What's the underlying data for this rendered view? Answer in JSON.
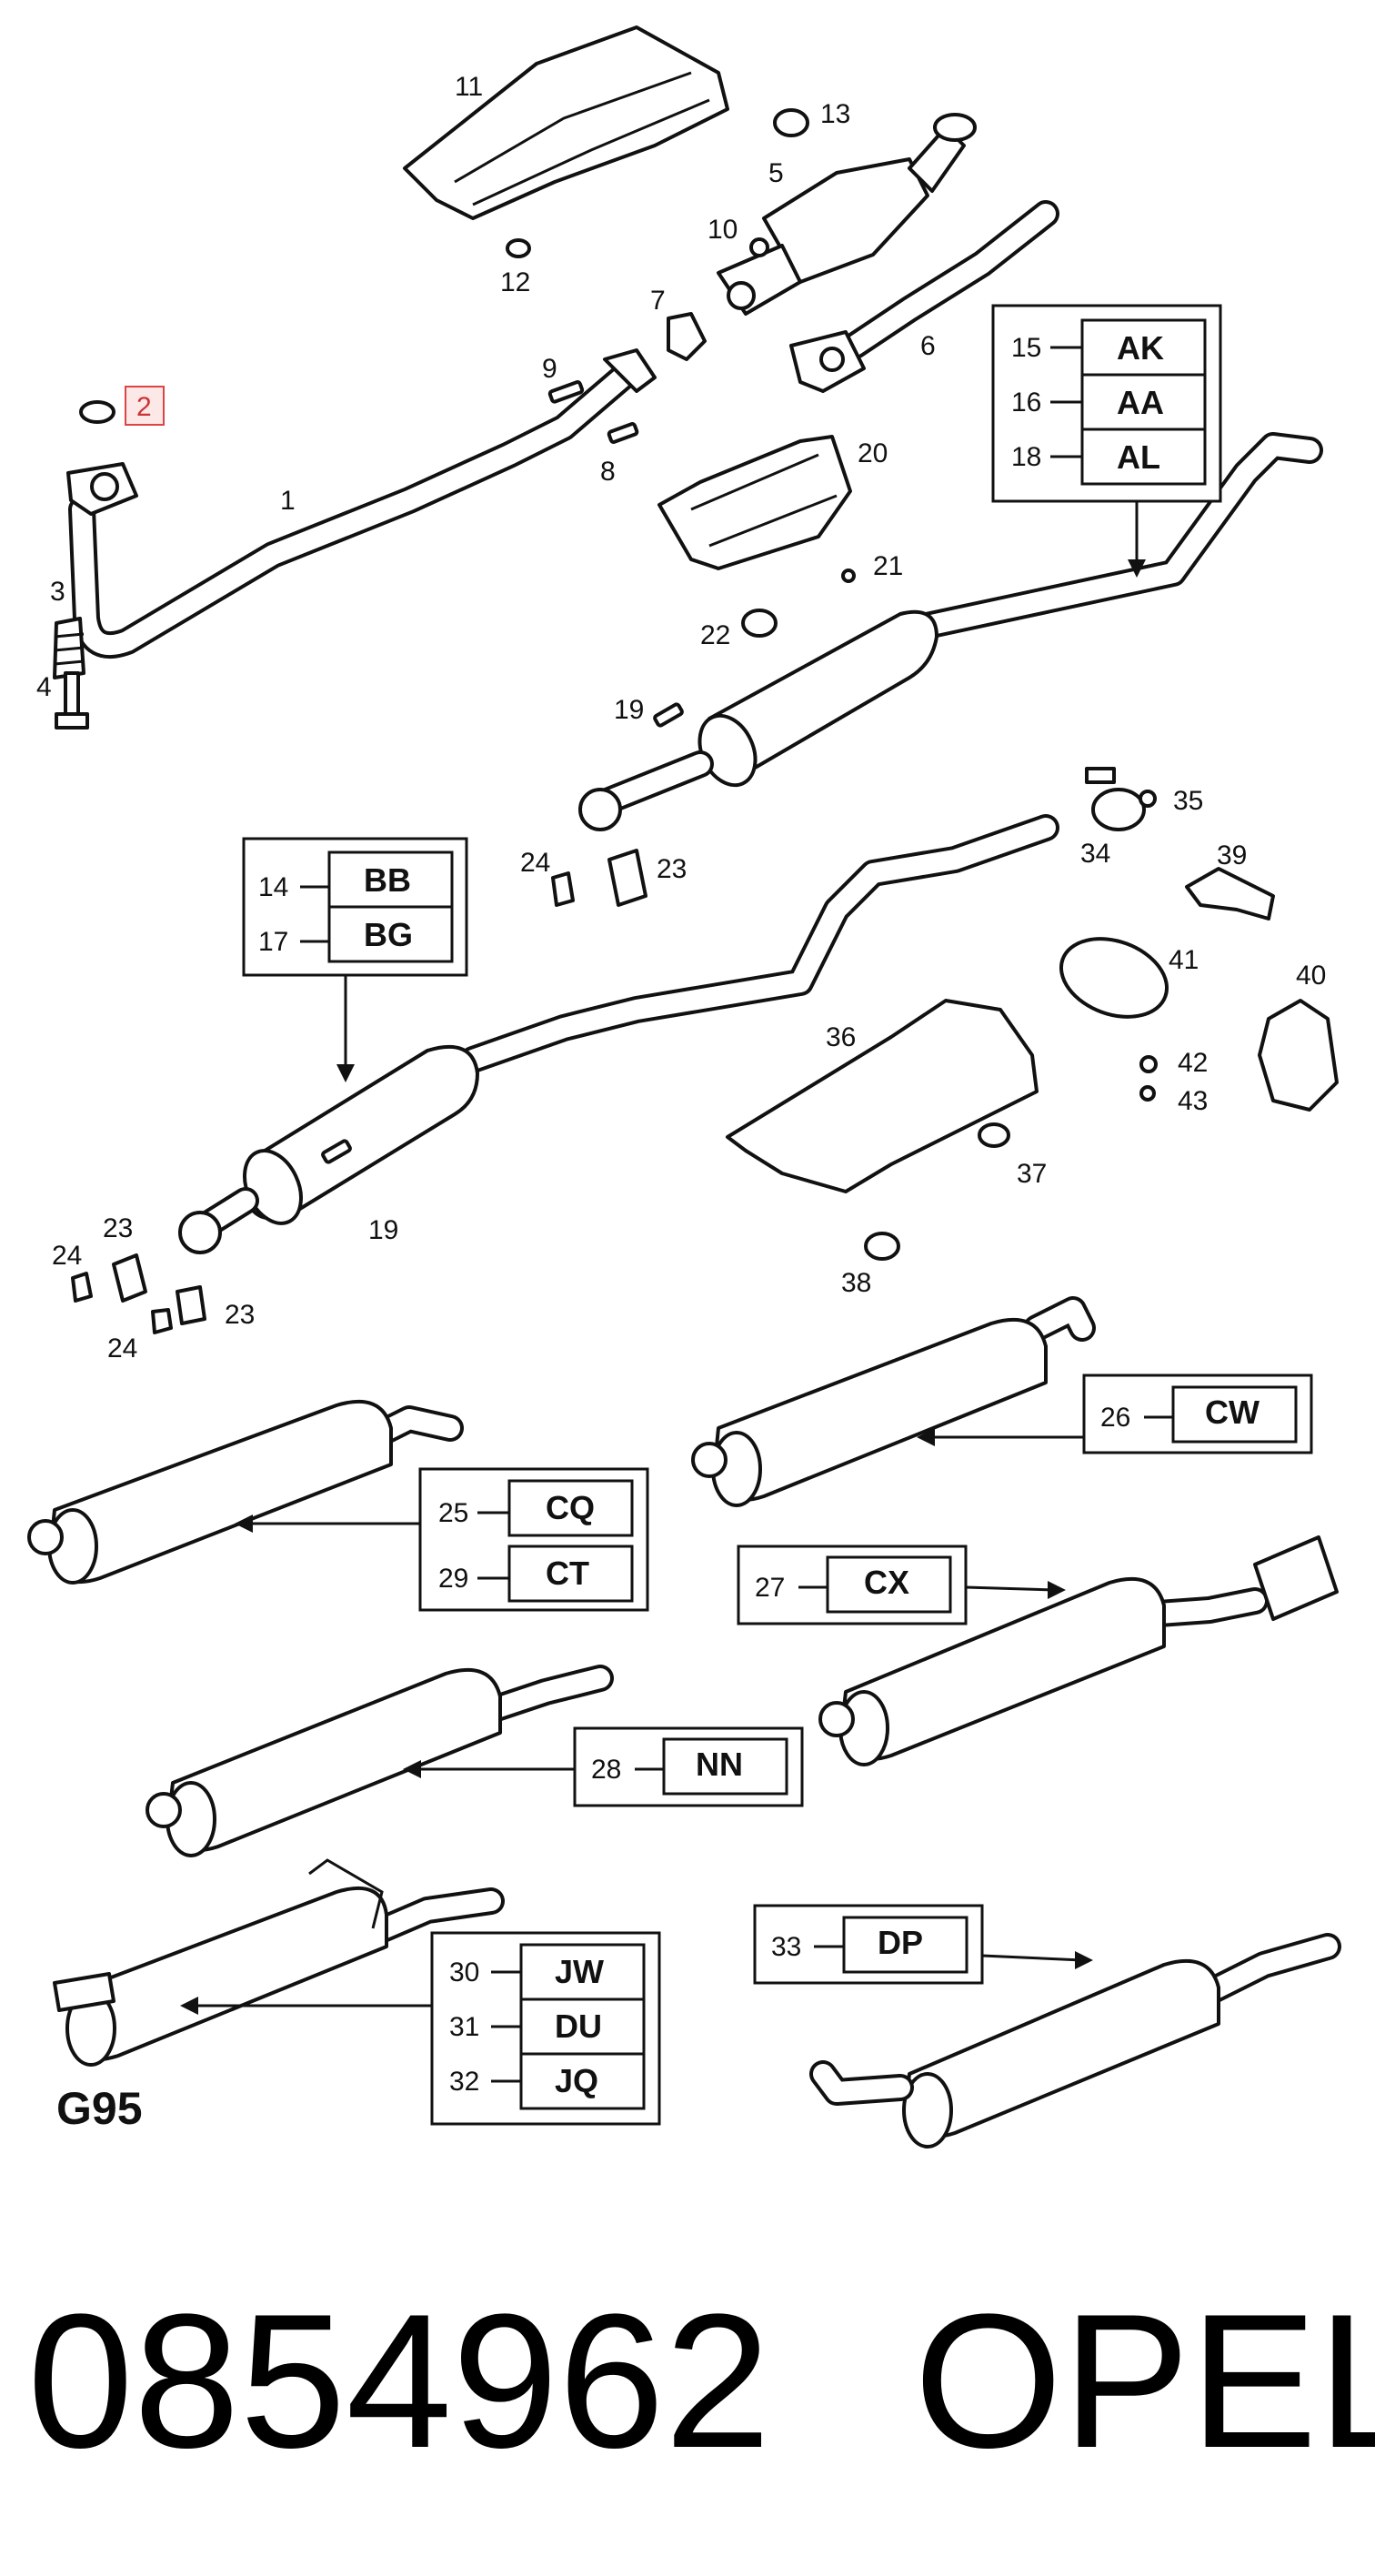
{
  "section_code": "G95",
  "part_number": "0854962",
  "brand": "OPEL",
  "highlighted_callout": "2",
  "callouts": [
    "1",
    "3",
    "4",
    "5",
    "6",
    "7",
    "8",
    "9",
    "10",
    "11",
    "12",
    "13",
    "19",
    "20",
    "21",
    "22",
    "19",
    "23",
    "24",
    "23",
    "24",
    "23",
    "24",
    "23",
    "34",
    "35",
    "36",
    "37",
    "38",
    "39",
    "40",
    "41",
    "42",
    "43"
  ],
  "code_groups": [
    {
      "rows": [
        {
          "num": "15",
          "code": "AK"
        },
        {
          "num": "16",
          "code": "AA"
        },
        {
          "num": "18",
          "code": "AL"
        }
      ]
    },
    {
      "rows": [
        {
          "num": "14",
          "code": "BB"
        },
        {
          "num": "17",
          "code": "BG"
        }
      ]
    },
    {
      "rows": [
        {
          "num": "26",
          "code": "CW"
        }
      ]
    },
    {
      "rows": [
        {
          "num": "25",
          "code": "CQ"
        },
        {
          "num": "29",
          "code": "CT"
        }
      ]
    },
    {
      "rows": [
        {
          "num": "27",
          "code": "CX"
        }
      ]
    },
    {
      "rows": [
        {
          "num": "28",
          "code": "NN"
        }
      ]
    },
    {
      "rows": [
        {
          "num": "30",
          "code": "JW"
        },
        {
          "num": "31",
          "code": "DU"
        },
        {
          "num": "32",
          "code": "JQ"
        }
      ]
    },
    {
      "rows": [
        {
          "num": "33",
          "code": "DP"
        }
      ]
    }
  ]
}
